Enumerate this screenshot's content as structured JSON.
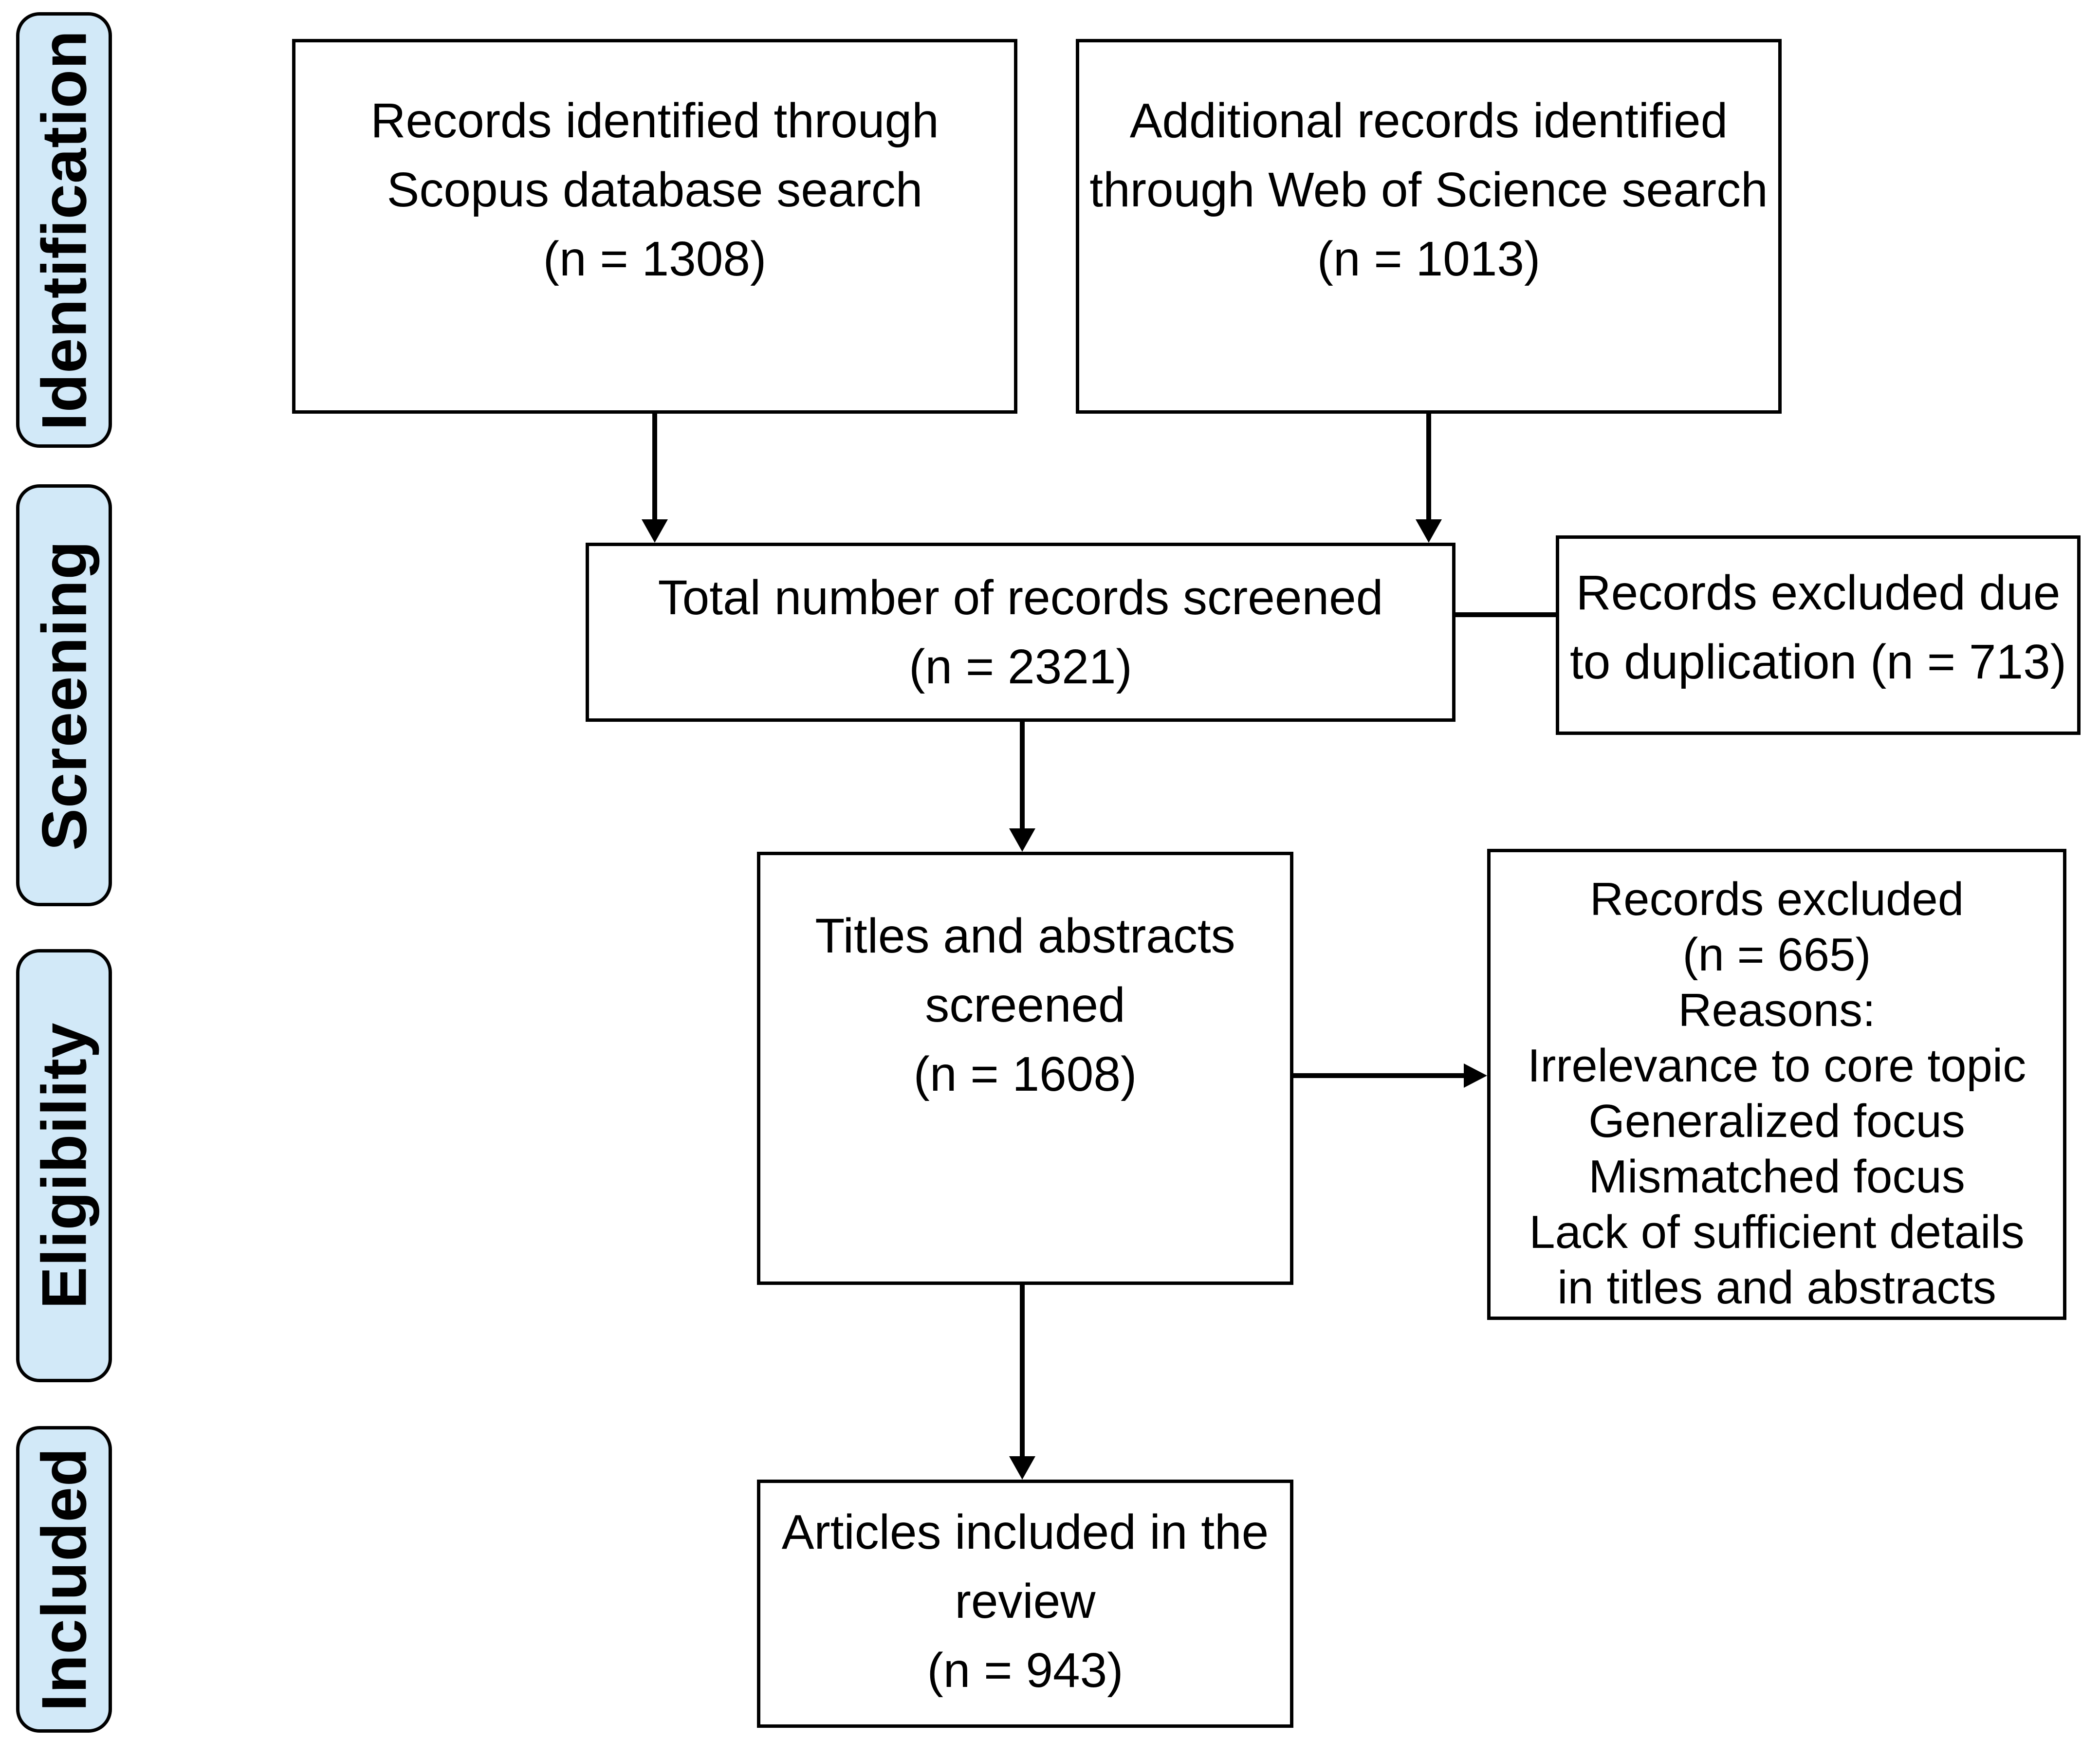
{
  "sidebar": {
    "items": [
      {
        "label": "Identification"
      },
      {
        "label": "Screening"
      },
      {
        "label": "Eligibility"
      },
      {
        "label": "Included"
      }
    ]
  },
  "boxes": {
    "scopus": {
      "lines": [
        "Records identified through",
        "Scopus database search",
        "(n = 1308)"
      ]
    },
    "wos": {
      "lines": [
        "Additional records identified",
        "through Web of Science search",
        "(n = 1013)"
      ]
    },
    "screened_total": {
      "lines": [
        "Total number of records screened",
        "(n = 2321)"
      ]
    },
    "dup_excluded": {
      "lines": [
        "Records excluded due",
        "to duplication (n = 713)"
      ]
    },
    "titles_abstracts": {
      "lines": [
        "Titles and abstracts",
        "screened",
        "(n = 1608)"
      ]
    },
    "records_excluded": {
      "lines": [
        "Records excluded",
        "(n = 665)",
        "Reasons:",
        "Irrelevance to core topic",
        "Generalized focus",
        "Mismatched focus",
        "Lack of sufficient details",
        "in titles and abstracts"
      ]
    },
    "included_articles": {
      "lines": [
        "Articles included in the",
        "review",
        "(n = 943)"
      ]
    }
  },
  "colors": {
    "stage_fill": "#d2e9f8",
    "box_fill": "#ffffff",
    "line_color": "#000000"
  }
}
